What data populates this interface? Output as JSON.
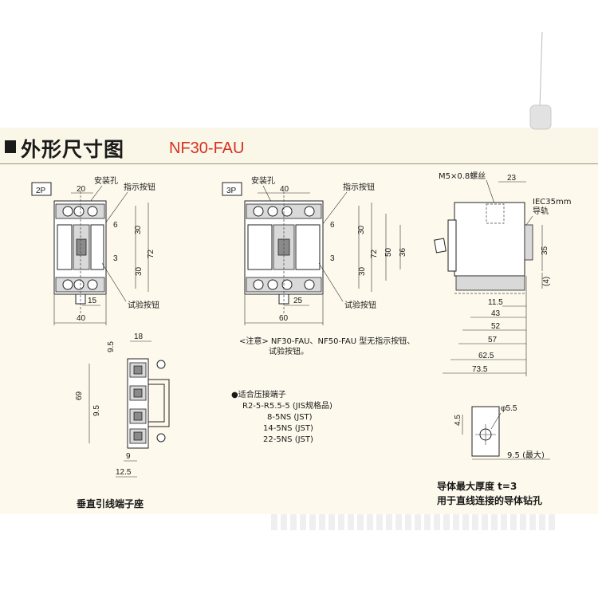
{
  "header": {
    "title": "外形尺寸图",
    "model": "NF30-FAU"
  },
  "view_2p": {
    "tag": "2P",
    "mount_hole_label": "安装孔",
    "indicator_label": "指示按钮",
    "test_label": "试验按钮",
    "dims": [
      "20",
      "6",
      "3",
      "30",
      "72",
      "30",
      "15",
      "40"
    ]
  },
  "view_3p": {
    "tag": "3P",
    "mount_hole_label": "安装孔",
    "indicator_label": "指示按钮",
    "test_label": "试验按钮",
    "dims": [
      "40",
      "6",
      "3",
      "30",
      "72",
      "50",
      "36",
      "30",
      "25",
      "60"
    ]
  },
  "note": {
    "line1": "<注意> NF30-FAU、NF50-FAU 型无指示按钮、",
    "line2": "试验按钮。"
  },
  "terminals": {
    "heading": "●适合压接端子",
    "items": [
      "R2-5-R5.5-5 (JIS规格品)",
      "8-5NS (JST)",
      "14-5NS (JST)",
      "22-5NS (JST)"
    ]
  },
  "side_view": {
    "screw_label": "M5×0.8螺丝",
    "rail_label_1": "IEC35mm",
    "rail_label_2": "导轨",
    "dims": [
      "23",
      "35",
      "(4)",
      "11.5",
      "43",
      "52",
      "57",
      "62.5",
      "73.5"
    ]
  },
  "terminal_block": {
    "caption": "垂直引线端子座",
    "dims": [
      "18",
      "9.5",
      "69",
      "9.5",
      "9",
      "12.5"
    ]
  },
  "drill_hole": {
    "dims": [
      "4.5",
      "φ5.5",
      "9.5 (最大)"
    ],
    "caption_1": "导体最大厚度 t=3",
    "caption_2": "用于直线连接的导体钻孔"
  }
}
